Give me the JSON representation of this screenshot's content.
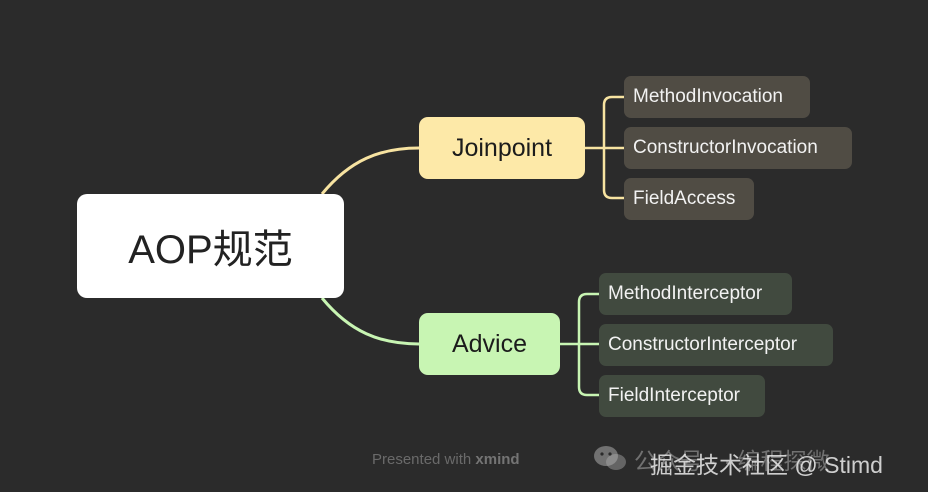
{
  "root": {
    "label": "AOP规范"
  },
  "branches": [
    {
      "label": "Joinpoint",
      "color": "#fde9a8",
      "children": [
        "MethodInvocation",
        "ConstructorInvocation",
        "FieldAccess"
      ]
    },
    {
      "label": "Advice",
      "color": "#c8f5b3",
      "children": [
        "MethodInterceptor",
        "ConstructorInterceptor",
        "FieldInterceptor"
      ]
    }
  ],
  "footer": {
    "prefix": "Presented with",
    "brand": "xmind"
  },
  "watermark": {
    "icon": "wechat-icon",
    "back_text": "公众号 · · 编程探微",
    "front_text": "掘金技术社区 @ Stimd"
  }
}
